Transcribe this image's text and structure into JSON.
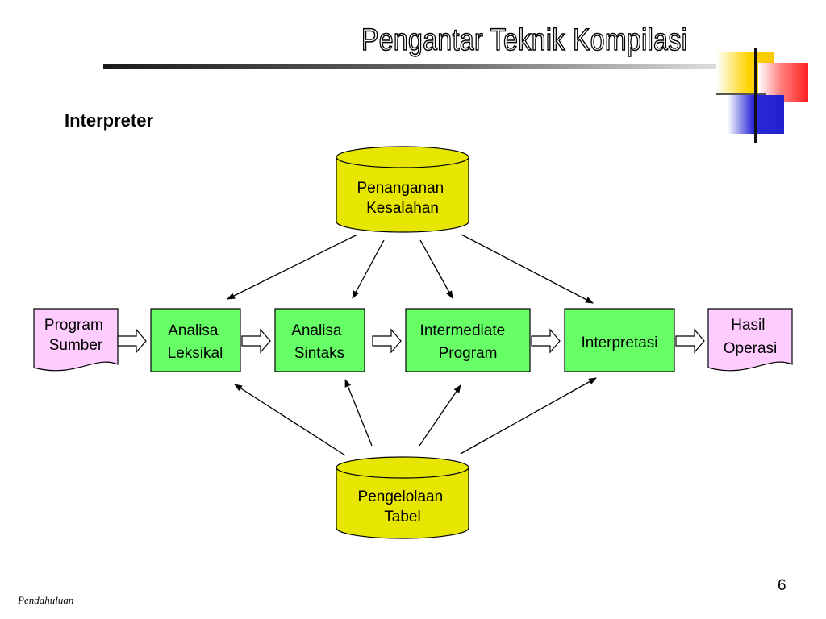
{
  "slide": {
    "title": "Pengantar Teknik Kompilasi",
    "subtitle": "Interpreter",
    "footer": "Pendahuluan",
    "page_number": "6"
  },
  "diagram": {
    "error_handler": [
      "Penanganan",
      "Kesalahan"
    ],
    "table_manager": [
      "Pengelolaan",
      "Tabel"
    ],
    "input_doc": [
      "Program",
      "Sumber"
    ],
    "output_doc": [
      "Hasil",
      "Operasi"
    ],
    "stages": [
      [
        "Analisa",
        "Leksikal"
      ],
      [
        "Analisa",
        "Sintaks"
      ],
      [
        "Intermediate",
        "Program"
      ],
      [
        "Interpretasi"
      ]
    ]
  },
  "colors": {
    "cylinder_fill": "#e6e600",
    "stage_fill": "#66ff66",
    "document_fill": "#ffccff",
    "stroke": "#000000"
  }
}
